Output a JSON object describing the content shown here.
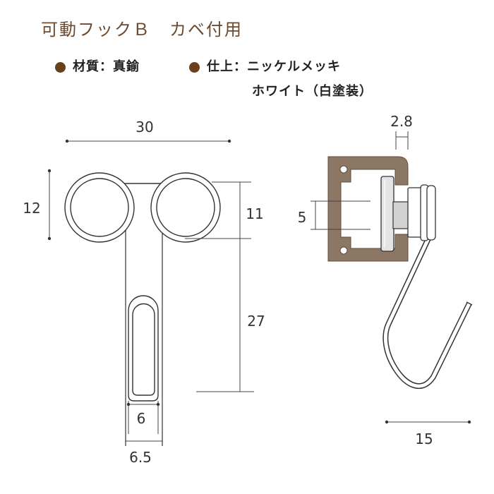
{
  "title": "可動フックＢ　カベ付用",
  "specs": {
    "material": "材質：真鍮",
    "finish": "仕上：ニッケルメッキ",
    "finish_alt": "ホワイト（白塗装）"
  },
  "dimensions": {
    "front_width": "30",
    "front_wheel_height": "12",
    "front_upper": "11",
    "front_lower": "27",
    "front_hook_inner": "6",
    "front_hook_outer": "6.5",
    "side_flange": "2.8",
    "side_axle": "5",
    "side_hook_depth": "15"
  },
  "colors": {
    "title": "#6d4a2f",
    "bullet": "#6a3f1c",
    "rail": "#8c7664",
    "line": "#333333"
  }
}
